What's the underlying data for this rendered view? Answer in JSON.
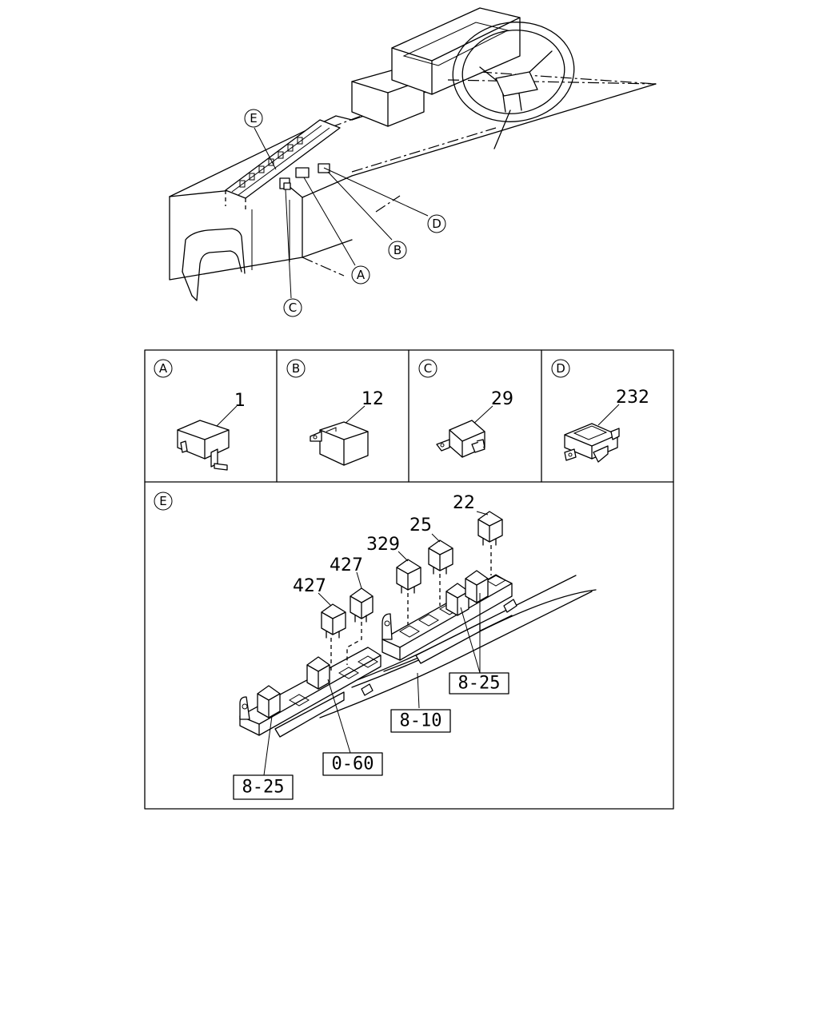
{
  "callouts": {
    "a": "A",
    "b": "B",
    "c": "C",
    "d": "D",
    "e": "E"
  },
  "panels": [
    {
      "label": "A",
      "part": "1"
    },
    {
      "label": "B",
      "part": "12"
    },
    {
      "label": "C",
      "part": "29"
    },
    {
      "label": "D",
      "part": "232"
    }
  ],
  "detail_e": {
    "label": "E",
    "relays": [
      "427",
      "427",
      "329",
      "25",
      "22"
    ],
    "refs": [
      "8-25",
      "8-10",
      "0-60",
      "8-25"
    ]
  }
}
